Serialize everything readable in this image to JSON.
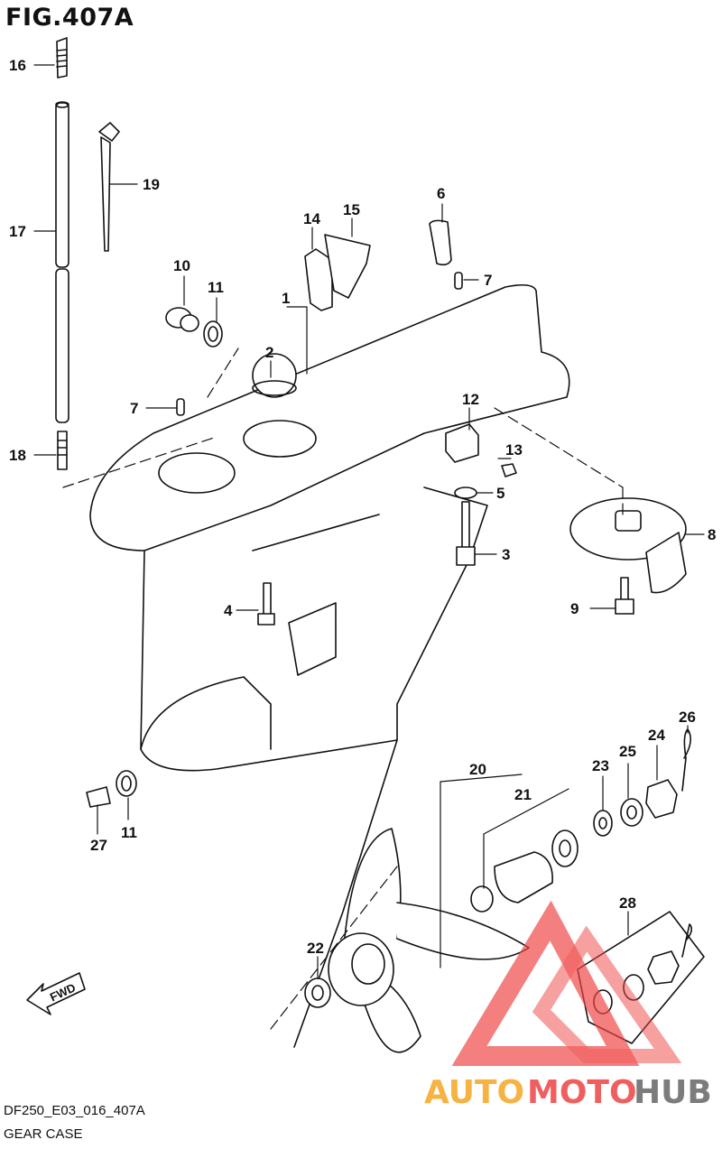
{
  "figure_title": "FIG.407A",
  "model_code": "DF250_E03_016_407A",
  "caption": "GEAR CASE",
  "fwd_arrow_text": "FWD",
  "watermark": {
    "part1": "AUTO",
    "part2": "MOTO",
    "part3": "HUB"
  },
  "parts": [
    {
      "id": "part-1",
      "label": "1"
    },
    {
      "id": "part-2",
      "label": "2"
    },
    {
      "id": "part-3",
      "label": "3"
    },
    {
      "id": "part-4",
      "label": "4"
    },
    {
      "id": "part-5",
      "label": "5"
    },
    {
      "id": "part-6",
      "label": "6"
    },
    {
      "id": "part-7a",
      "label": "7"
    },
    {
      "id": "part-7b",
      "label": "7"
    },
    {
      "id": "part-8",
      "label": "8"
    },
    {
      "id": "part-9",
      "label": "9"
    },
    {
      "id": "part-10",
      "label": "10"
    },
    {
      "id": "part-11a",
      "label": "11"
    },
    {
      "id": "part-11b",
      "label": "11"
    },
    {
      "id": "part-12",
      "label": "12"
    },
    {
      "id": "part-13",
      "label": "13"
    },
    {
      "id": "part-14",
      "label": "14"
    },
    {
      "id": "part-15",
      "label": "15"
    },
    {
      "id": "part-16",
      "label": "16"
    },
    {
      "id": "part-17",
      "label": "17"
    },
    {
      "id": "part-18",
      "label": "18"
    },
    {
      "id": "part-19",
      "label": "19"
    },
    {
      "id": "part-20",
      "label": "20"
    },
    {
      "id": "part-21",
      "label": "21"
    },
    {
      "id": "part-22",
      "label": "22"
    },
    {
      "id": "part-23",
      "label": "23"
    },
    {
      "id": "part-24",
      "label": "24"
    },
    {
      "id": "part-25",
      "label": "25"
    },
    {
      "id": "part-26",
      "label": "26"
    },
    {
      "id": "part-27",
      "label": "27"
    },
    {
      "id": "part-28",
      "label": "28"
    }
  ],
  "colors": {
    "line": "#111111",
    "watermark_red": "#ee4444",
    "watermark_orange": "#f5a623",
    "watermark_gray": "#666666"
  }
}
